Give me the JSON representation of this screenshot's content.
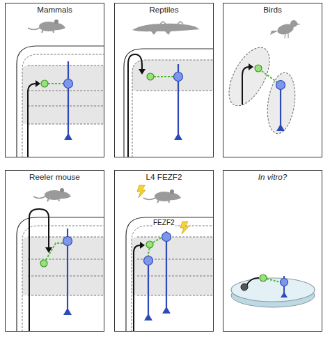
{
  "diagram": {
    "nodes": [
      {
        "text": [
          "Mammals"
        ]
      },
      {
        "text": [
          "Reptiles"
        ]
      },
      {
        "text": [
          "Birds"
        ]
      },
      {
        "text": [
          "Reeler mouse"
        ]
      },
      {
        "text": [
          "L4 FEZF2"
        ]
      },
      {
        "text": [
          "In vitro?"
        ]
      }
    ],
    "labels": [
      "FEZF2"
    ]
  }
}
